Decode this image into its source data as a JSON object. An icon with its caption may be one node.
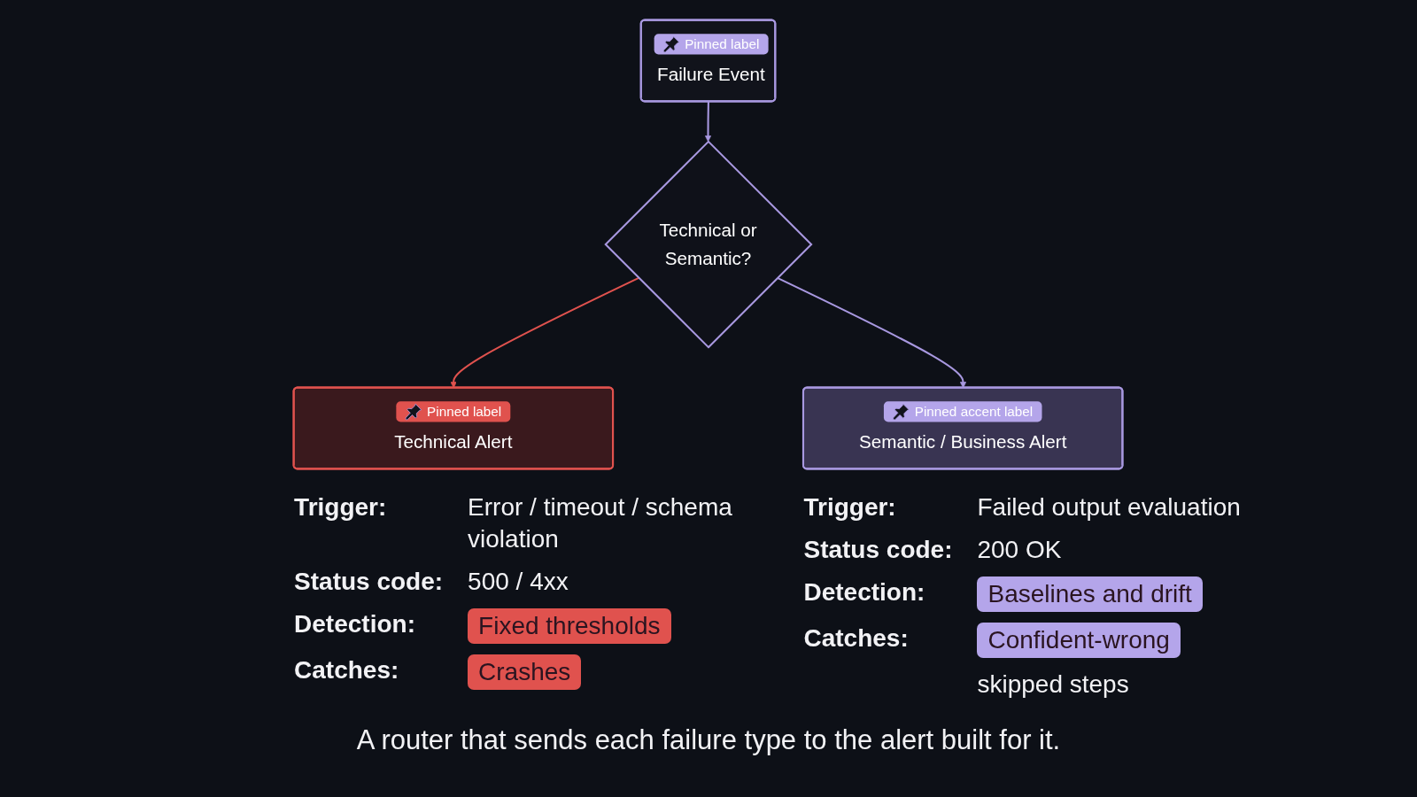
{
  "diagram": {
    "caption": "A router that sends each failure type to the alert built for it.",
    "nodes": [
      {
        "text": [
          "Pinned label",
          "Failure Event"
        ]
      },
      {
        "text": [
          "Technical or Semantic?"
        ]
      },
      {
        "text": [
          "Pinned label",
          "Technical Alert"
        ],
        "beside": [
          "Trigger:",
          "Error / timeout / schema violation",
          "Status code:",
          "500 / 4xx",
          "Detection:",
          "Fixed thresholds",
          "Catches:",
          "Crashes"
        ]
      },
      {
        "text": [
          "Pinned accent label",
          "Semantic / Business Alert"
        ],
        "beside": [
          "Trigger:",
          "Failed output evaluation",
          "Status code:",
          "200 OK",
          "Detection:",
          "Baselines and drift",
          "Catches:",
          "Confident-wrong",
          "skipped steps"
        ]
      }
    ],
    "edges": [
      {
        "from": 0,
        "to": 1,
        "arrow": "to"
      },
      {
        "from": 1,
        "to": 2,
        "arrow": "to",
        "color": "#e0524e"
      },
      {
        "from": 1,
        "to": 3,
        "arrow": "to"
      }
    ]
  }
}
